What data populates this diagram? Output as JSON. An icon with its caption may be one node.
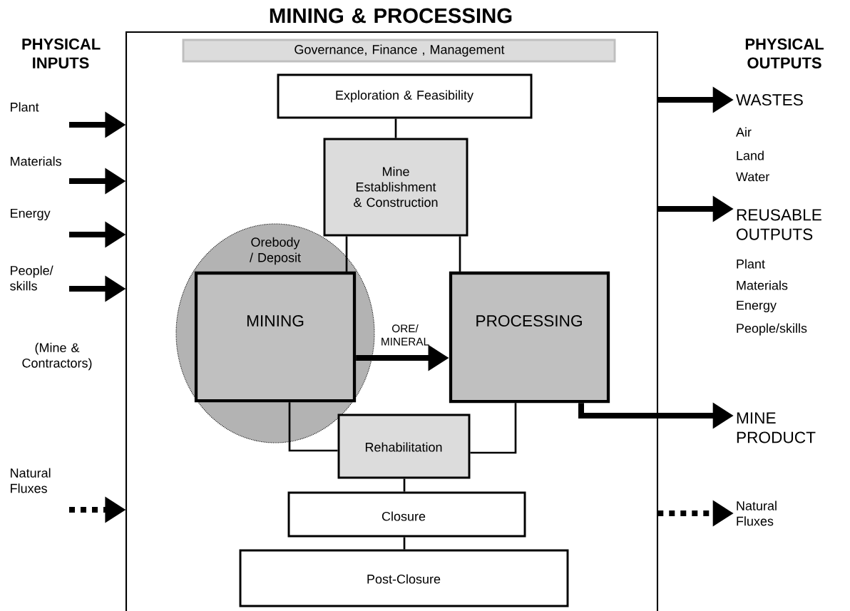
{
  "diagram": {
    "nodes": [
      {
        "text": [
          "MINING & PROCESSING"
        ]
      },
      {
        "text": [
          "Governance, Finance , Management"
        ],
        "in": 0
      },
      {
        "text": [
          "Exploration & Feasibility"
        ],
        "in": 0
      },
      {
        "text": [
          "Mine Establishment & Construction"
        ],
        "in": 0
      },
      {
        "text": [
          "Orebody / Deposit"
        ],
        "in": 0
      },
      {
        "text": [
          "MINING"
        ],
        "in": 4
      },
      {
        "text": [
          "PROCESSING"
        ],
        "in": 0
      },
      {
        "text": [
          "Rehabilitation"
        ],
        "in": 0
      },
      {
        "text": [
          "Closure"
        ],
        "in": 0
      },
      {
        "text": [
          "Post-Closure"
        ],
        "in": 0
      },
      {
        "text": [
          "WASTES"
        ],
        "beside": [
          "Air",
          "Land",
          "Water"
        ]
      },
      {
        "text": [
          "REUSABLE OUTPUTS"
        ],
        "beside": [
          "Plant",
          "Materials",
          "Energy",
          "People/skills"
        ]
      },
      {
        "text": [
          "MINE PRODUCT"
        ]
      },
      {
        "text": [
          "Natural Fluxes"
        ]
      }
    ],
    "edges": [
      {
        "from": null,
        "to": 0,
        "arrow": "to",
        "label": "Plant"
      },
      {
        "from": null,
        "to": 0,
        "arrow": "to",
        "label": "Materials"
      },
      {
        "from": null,
        "to": 0,
        "arrow": "to",
        "label": "Energy"
      },
      {
        "from": null,
        "to": 0,
        "arrow": "to",
        "label": "People/ skills"
      },
      {
        "from": null,
        "to": 0,
        "arrow": "to",
        "label": "Natural Fluxes",
        "style": "dashed"
      },
      {
        "from": 0,
        "to": 10,
        "arrow": "to"
      },
      {
        "from": 0,
        "to": 11,
        "arrow": "to"
      },
      {
        "from": 6,
        "to": 12,
        "arrow": "to"
      },
      {
        "from": 0,
        "to": 13,
        "arrow": "to",
        "style": "dashed"
      },
      {
        "from": 2,
        "to": 3,
        "arrow": "none"
      },
      {
        "from": 3,
        "to": 5,
        "arrow": "none"
      },
      {
        "from": 3,
        "to": 6,
        "arrow": "none"
      },
      {
        "from": 5,
        "to": 6,
        "arrow": "to",
        "label": "ORE/ MINERAL"
      },
      {
        "from": 5,
        "to": 7,
        "arrow": "none"
      },
      {
        "from": 6,
        "to": 7,
        "arrow": "none"
      },
      {
        "from": 7,
        "to": 8,
        "arrow": "none"
      },
      {
        "from": 8,
        "to": 9,
        "arrow": "none"
      }
    ],
    "labels": [
      "PHYSICAL INPUTS",
      "PHYSICAL OUTPUTS",
      "(Mine & Contractors)"
    ]
  }
}
